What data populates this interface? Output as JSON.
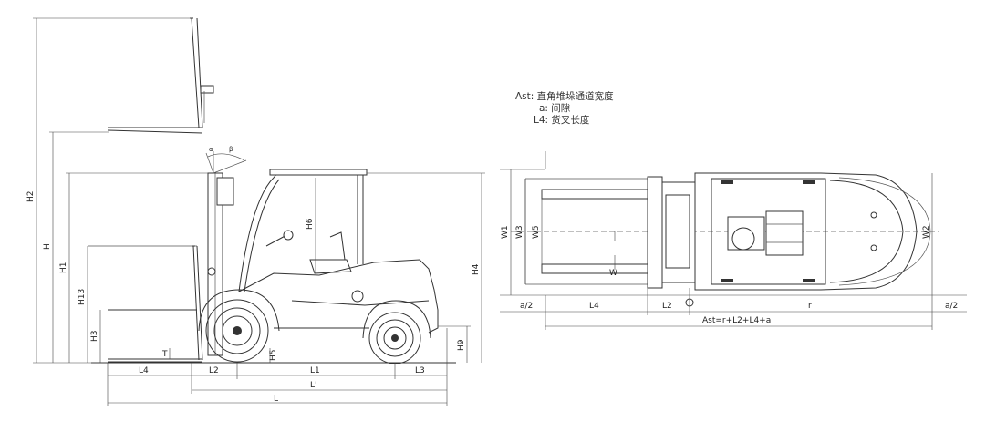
{
  "legend": {
    "line1": "Ast: 直角堆垛通道宽度",
    "line2": "a: 间隙",
    "line3": "L4: 货叉长度"
  },
  "side_view": {
    "labels": {
      "H2": "H2",
      "H": "H",
      "H1": "H1",
      "H13": "H13",
      "H3": "H3",
      "H4": "H4",
      "H5": "H5",
      "H6": "H6",
      "H9": "H9",
      "T": "T",
      "L4": "L4",
      "L2": "L2",
      "L1": "L1",
      "L3": "L3",
      "Lprime": "L'",
      "L": "L",
      "alpha": "α",
      "beta": "β"
    }
  },
  "top_view": {
    "labels": {
      "W1": "W1",
      "W3": "W3",
      "W5": "W5",
      "W": "W",
      "W2": "W2",
      "a_left": "a/2",
      "L4": "L4",
      "L2": "L2",
      "r": "r",
      "a_right": "a/2",
      "Ast": "Ast=r+L2+L4+a"
    }
  }
}
